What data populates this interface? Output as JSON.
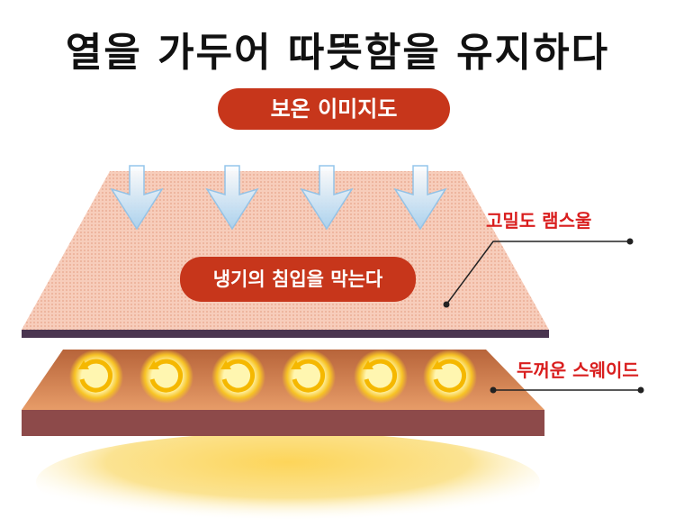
{
  "title": "열을 가두어 따뜻함을 유지하다",
  "badge": "보온 이미지도",
  "center_pill": "냉기의 침입을 막는다",
  "labels": {
    "top_layer": "고밀도 램스울",
    "bottom_layer": "두꺼운 스웨이드"
  },
  "colors": {
    "accent": "#c7361b",
    "label_red": "#d91e1e",
    "top_layer": "#f6c9b6",
    "bottom_layer": "#d98b5a",
    "glow": "#f8c531",
    "arrow": "#b9dcf3"
  },
  "icons": [
    "cold-arrow-icon",
    "heat-swirl-icon"
  ]
}
